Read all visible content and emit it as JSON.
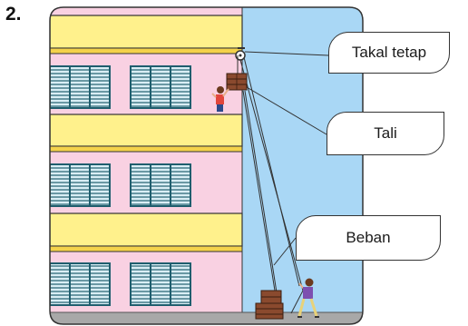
{
  "question": {
    "number": "2."
  },
  "labels": {
    "pulley": "Takal tetap",
    "rope": "Tali",
    "load": "Beban"
  },
  "colors": {
    "sky": "#a9d7f5",
    "wall": "#f9d1e2",
    "ledge": "#fff18c",
    "window_frame": "#1f5e6e",
    "window_glass": "#d9eef5",
    "ground": "#a8a8a8",
    "crate": "#8a4a2e",
    "outline": "#333333"
  }
}
